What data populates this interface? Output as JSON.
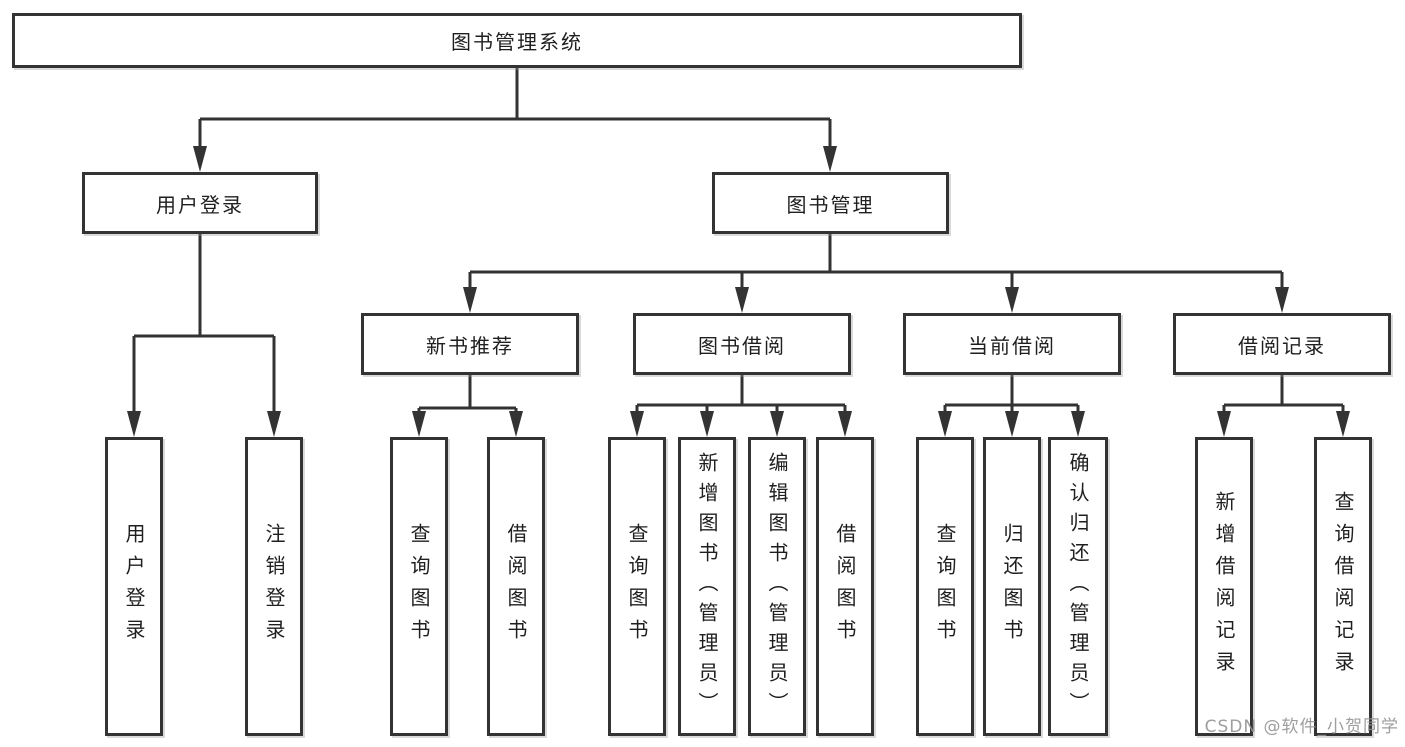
{
  "root": {
    "label": "图书管理系统"
  },
  "level2": {
    "user_login": {
      "label": "用户登录"
    },
    "book_management": {
      "label": "图书管理"
    }
  },
  "level3": {
    "new_book_recommend": {
      "label": "新书推荐"
    },
    "book_borrowing": {
      "label": "图书借阅"
    },
    "current_borrowing": {
      "label": "当前借阅"
    },
    "borrowing_records": {
      "label": "借阅记录"
    }
  },
  "children": {
    "user_login": [
      {
        "label": "用户登录"
      },
      {
        "label": "注销登录"
      }
    ],
    "new_book_recommend": [
      {
        "label": "查询图书"
      },
      {
        "label": "借阅图书"
      }
    ],
    "book_borrowing": [
      {
        "label": "查询图书"
      },
      {
        "label": "新增图书（管理员）"
      },
      {
        "label": "编辑图书（管理员）"
      },
      {
        "label": "借阅图书"
      }
    ],
    "current_borrowing": [
      {
        "label": "查询图书"
      },
      {
        "label": "归还图书"
      },
      {
        "label": "确认归还（管理员）"
      }
    ],
    "borrowing_records": [
      {
        "label": "新增借阅记录"
      },
      {
        "label": "查询借阅记录"
      }
    ]
  },
  "watermark": {
    "text": "CSDN @软件_小贺同学"
  },
  "colors": {
    "line": "#333333",
    "box_border": "#333333",
    "text": "#1f1f1f",
    "watermark": "#949494",
    "background": "#ffffff"
  }
}
